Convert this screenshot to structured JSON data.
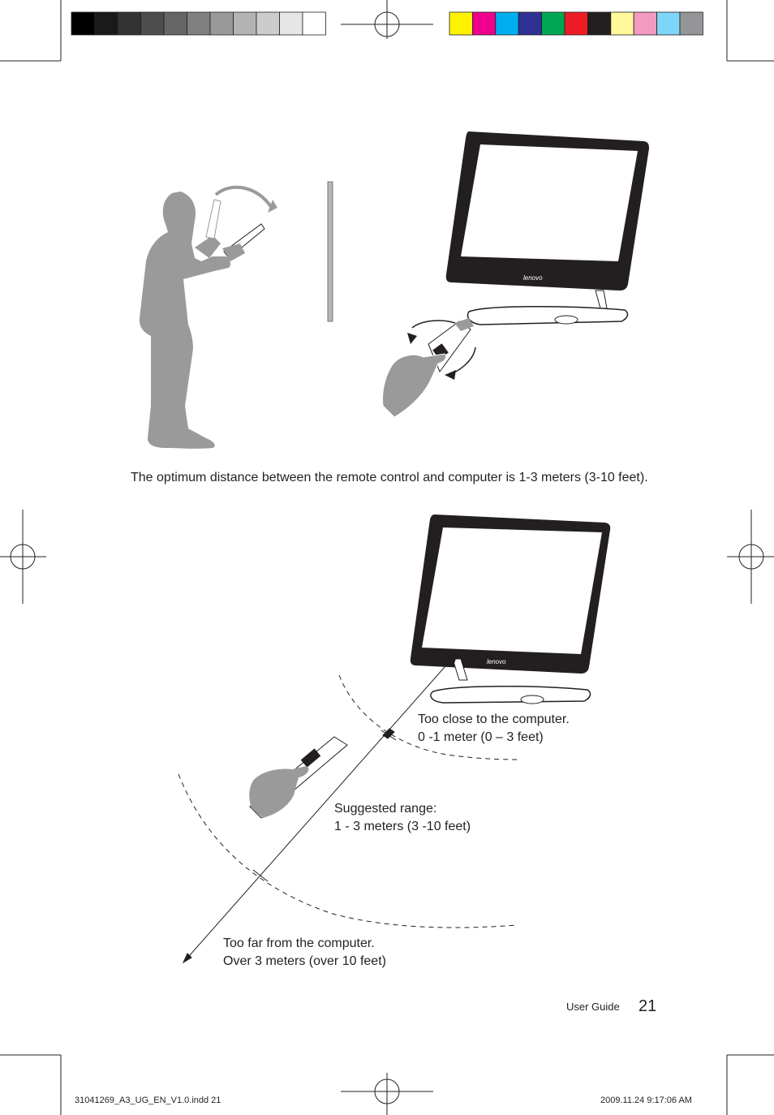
{
  "page": {
    "paragraph": "The optimum distance between the remote control and computer is 1-3 meters (3-10 feet).",
    "screen_brand": "lenovo",
    "labels": {
      "too_close_1": "Too close to the computer.",
      "too_close_2": "0 -1 meter (0 – 3 feet)",
      "suggested_1": "Suggested range:",
      "suggested_2": "1 - 3 meters (3 -10 feet)",
      "too_far_1": "Too far from the computer.",
      "too_far_2": "Over 3 meters (over 10 feet)"
    },
    "footer": {
      "label": "User Guide",
      "page_number": "21"
    },
    "slug": {
      "file": "31041269_A3_UG_EN_V1.0.indd    21",
      "timestamp": "2009.11.24    9:17:06  AM"
    }
  },
  "colors": {
    "gray_bar": [
      "#000000",
      "#1a1a1a",
      "#333333",
      "#4d4d4d",
      "#666666",
      "#808080",
      "#999999",
      "#b3b3b3",
      "#cccccc",
      "#e6e6e6",
      "#ffffff"
    ],
    "color_bar": [
      "#fff200",
      "#ec008c",
      "#00aeef",
      "#2e3192",
      "#00a651",
      "#ed1c24",
      "#231f20",
      "#fff799",
      "#f49ac1",
      "#7dd6f7",
      "#939598"
    ],
    "figure_gray": "#9a9a9a",
    "line": "#231f20"
  }
}
